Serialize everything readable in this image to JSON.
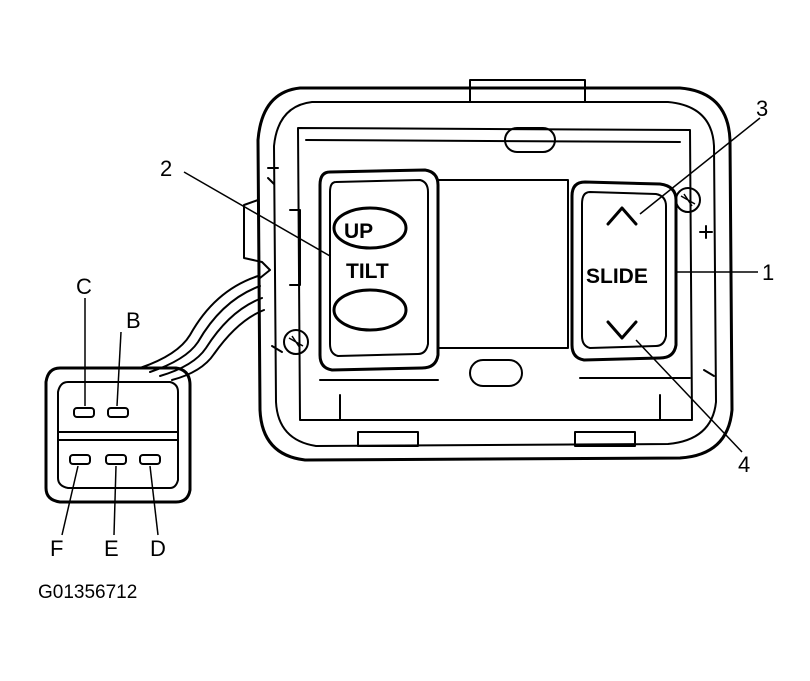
{
  "diagram": {
    "switch_labels": {
      "up": "UP",
      "tilt": "TILT",
      "slide": "SLIDE"
    },
    "callouts": [
      "1",
      "2",
      "3",
      "4"
    ],
    "connector_pins": {
      "top_row": [
        "C",
        "B"
      ],
      "bottom_row": [
        "F",
        "E",
        "D"
      ]
    },
    "figure_code": "G01356712"
  }
}
